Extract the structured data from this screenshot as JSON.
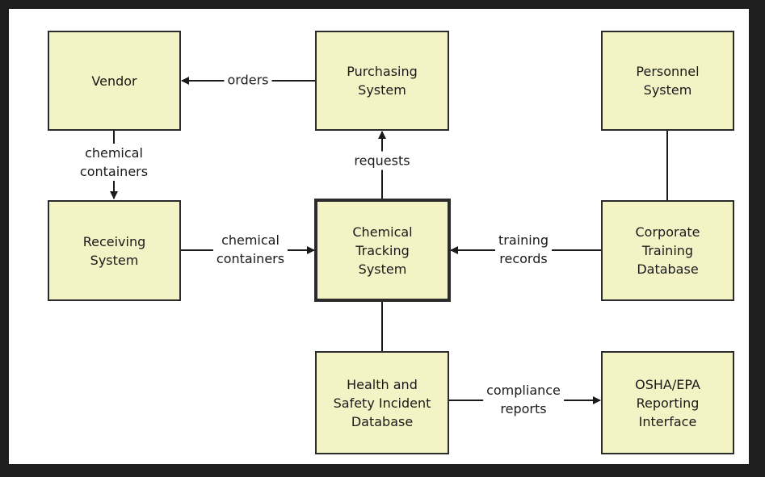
{
  "nodes": {
    "vendor": "Vendor",
    "purchasing": "Purchasing\nSystem",
    "personnel": "Personnel\nSystem",
    "receiving": "Receiving\nSystem",
    "chemical_tracking": "Chemical\nTracking\nSystem",
    "corporate_training": "Corporate\nTraining\nDatabase",
    "health_safety": "Health and\nSafety Incident\nDatabase",
    "osha_epa": "OSHA/EPA\nReporting\nInterface"
  },
  "edges": {
    "orders": "orders",
    "chemical_containers_vertical": "chemical\ncontainers",
    "requests": "requests",
    "chemical_containers_horizontal": "chemical\ncontainers",
    "training_records": "training\nrecords",
    "compliance_reports": "compliance\nreports"
  },
  "colors": {
    "node_fill": "#f3f3c6",
    "stroke": "#2b2b2b",
    "background": "#1e1e1e"
  }
}
